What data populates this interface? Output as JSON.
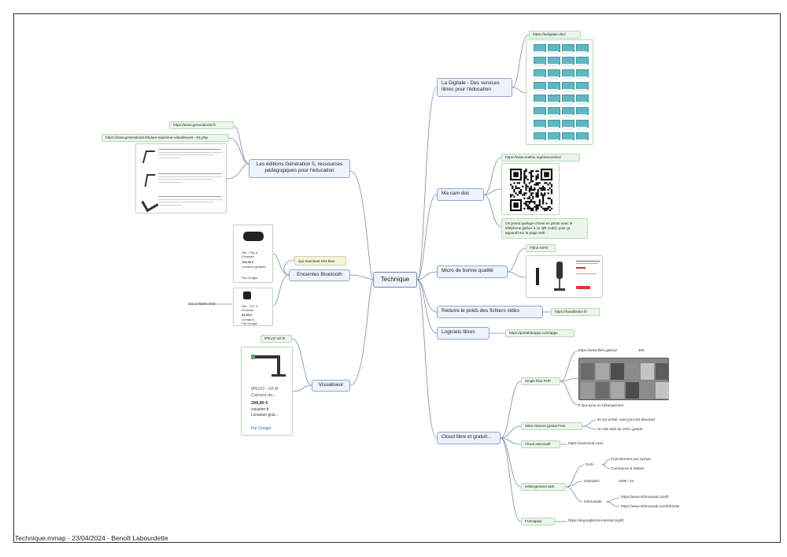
{
  "footer": "Technique.mmap - 23/04/2024 - Benoît Labourdette",
  "root": "Technique",
  "left": {
    "generation5": {
      "label": "Les éditions Génération 5, ressources pédagogiques pour l'éducation",
      "url1": "https://www.generation5.fr/",
      "url2": "https://www.generation5.fr/lysee-superieur-visualiseurs---61.php"
    },
    "enceintes": {
      "label": "Enceintes Bluetooth",
      "note": "Qui marchent très bien",
      "go2": "Go 2 moins cher",
      "product1": [
        "JBL - Flip 6 - Enceinte",
        "113,00 €",
        "Livraison gratuite",
        "Par Google"
      ],
      "product2": [
        "JBL - GO 3 - Enceinte",
        "34,90 €",
        "Livraison",
        "Par Google"
      ]
    },
    "visualiseur": {
      "label": "Visualiseur",
      "url": "IPEVO VZ-R",
      "product": [
        "IPEVO - VZ-R",
        "Caméra de...",
        "298,80 €",
        "visushirt.fr",
        "Livraison grat...",
        "Par Google"
      ]
    }
  },
  "right": {
    "ladigitale": {
      "label": "La Digitale - Des services libres pour l'éducation",
      "url": "https://ladigitale.dev/"
    },
    "macamdoc": {
      "label": "Ma cam doc",
      "url": "https://www.mathix.org/macamdoc/",
      "desc": "On prend quelque chose en photo avec le téléphone (grâce à ce QR code), puis ça apparaît sur la page web"
    },
    "micro": {
      "label": "Micro de bonne qualité",
      "url": "Fifine K670"
    },
    "handbrake": {
      "label": "Réduire le poids des fichiers vidéo",
      "url": "https://handbrake.fr/"
    },
    "logiciels": {
      "label": "Logiciels libres",
      "url": "https://portableapps.com/apps"
    },
    "cloud": {
      "label": "Cloud libre et gratuit...",
      "single": {
        "label": "Single files PHP",
        "url": "https://www.files.gallery/",
        "price": "40€",
        "note": "Il faut avoir un hébergement"
      },
      "free": {
        "label": "Sites internet gratuit Free",
        "note1": "Ils ont arrêté, sauf pour les abonnés",
        "note2": "Un site web de 10Go gratuit"
      },
      "associatif": {
        "label": "Cloud associatif",
        "url": "https://owncloud.com/"
      },
      "hebergement": {
        "label": "Hébergement web",
        "ovh": "OVH",
        "ovh1": "Franchement pas sympa",
        "ovh2": "Commence à 25€/an",
        "o2switch": "O2Switch",
        "o2price": "100€ / an",
        "infomaniak": "Infomaniak",
        "info1": "https://www.infomaniak.com/fr",
        "info2": "https://www.infomaniak.com/fr/ksuite"
      },
      "framapad": {
        "label": "Framapad",
        "url": "https://degooglisons-internet.org/fr/"
      }
    }
  },
  "colors": {
    "node_border": "#9fb7d8",
    "node_bg": "#e9f0fa",
    "url_bg": "#eaf6ea",
    "teal": "#5fb8c0",
    "line": "#6d7f96"
  }
}
